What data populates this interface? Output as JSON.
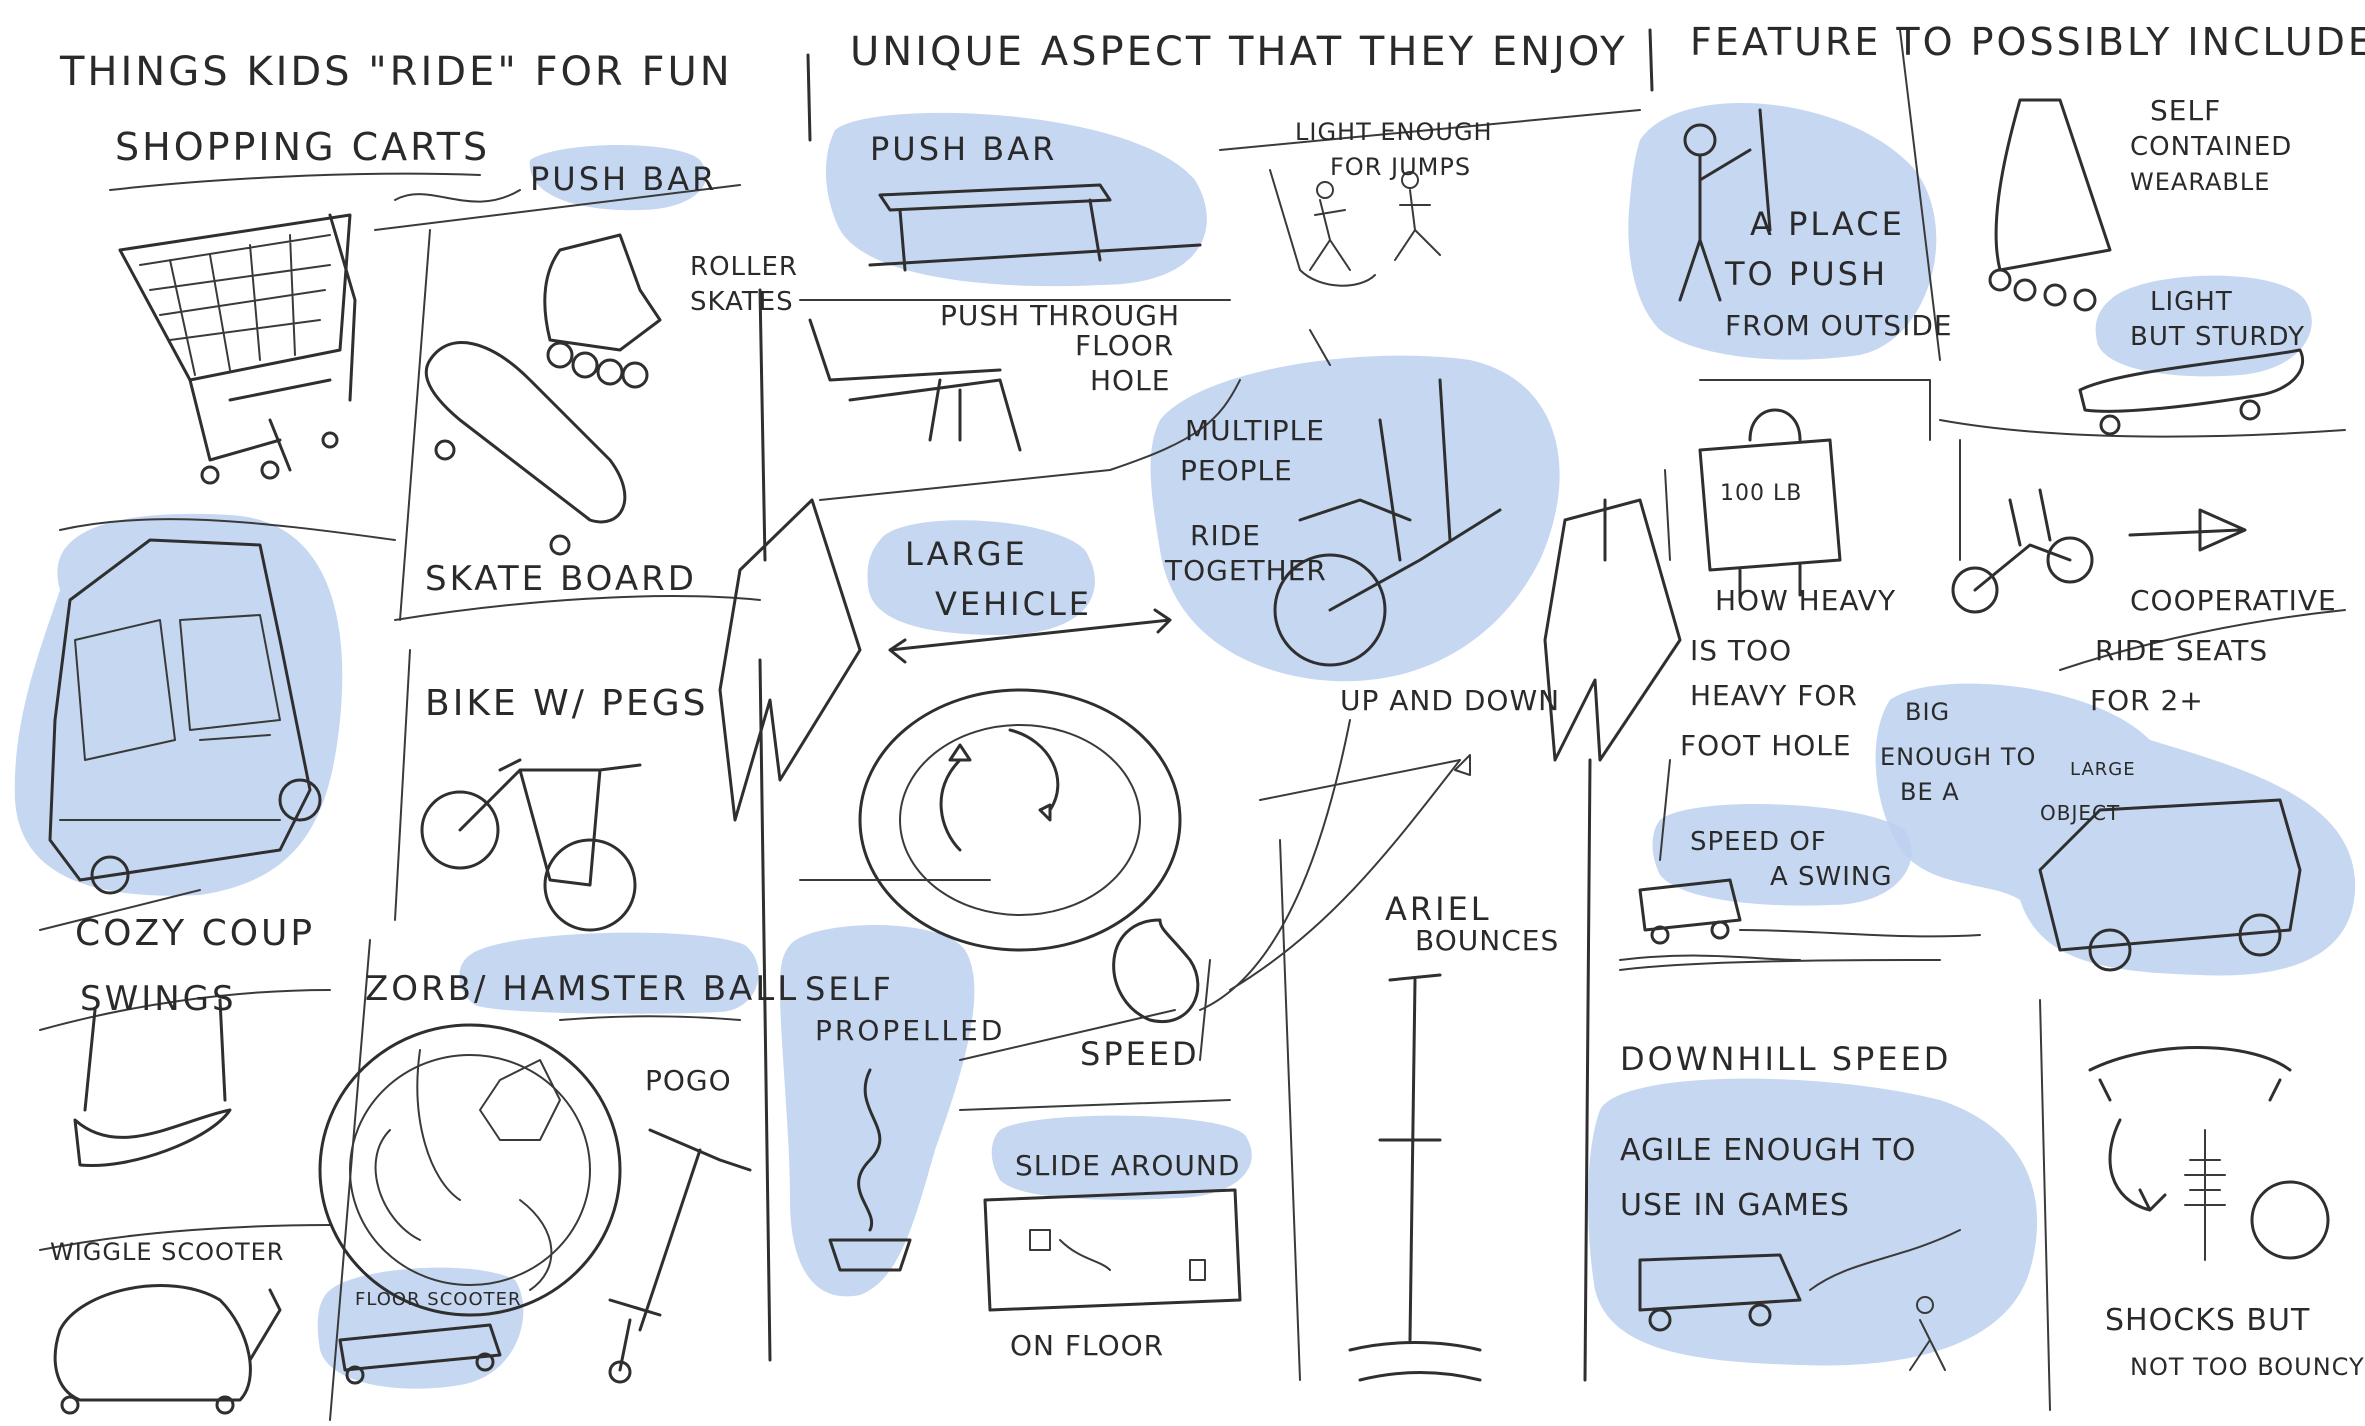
{
  "colors": {
    "ink": "#2f2f2f",
    "highlight": "#bcd0f0",
    "paper": "#ffffff"
  },
  "headers": {
    "col1": "THINGS KIDS \"RIDE\" FOR FUN",
    "col2": "UNIQUE ASPECT THAT THEY ENJOY",
    "col3": "FEATURE TO POSSIBLY INCLUDE"
  },
  "col1": {
    "shopping_carts": "SHOPPING CARTS",
    "push_bar": "PUSH BAR",
    "roller_skates_1": "ROLLER",
    "roller_skates_2": "SKATES",
    "skate_board": "SKATE BOARD",
    "bike_pegs": "BIKE W/ PEGS",
    "cozy_coup": "COZY COUP",
    "swings": "SWINGS",
    "zorb": "ZORB/ HAMSTER BALL",
    "pogo": "POGO",
    "wiggle_scooter": "WIGGLE SCOOTER",
    "floor_scooter": "FLOOR SCOOTER"
  },
  "col2": {
    "push_bar": "PUSH BAR",
    "push_through_1": "PUSH THROUGH",
    "push_through_2": "FLOOR",
    "push_through_3": "HOLE",
    "light_jumps_1": "LIGHT ENOUGH",
    "light_jumps_2": "FOR JUMPS",
    "multiple_1": "MULTIPLE",
    "multiple_2": "PEOPLE",
    "multiple_3": "RIDE",
    "multiple_4": "TOGETHER",
    "large_1": "LARGE",
    "large_2": "VEHICLE",
    "up_down": "UP AND DOWN",
    "self_prop_1": "SELF",
    "self_prop_2": "PROPELLED",
    "speed": "SPEED",
    "ariel_1": "ARIEL",
    "ariel_2": "BOUNCES",
    "slide_around": "SLIDE AROUND",
    "on_floor": "ON FLOOR"
  },
  "col3": {
    "place_push_1": "A PLACE",
    "place_push_2": "TO PUSH",
    "place_push_3": "FROM OUTSIDE",
    "self_contained_1": "SELF",
    "self_contained_2": "CONTAINED",
    "self_contained_3": "WEARABLE",
    "light_sturdy_1": "LIGHT",
    "light_sturdy_2": "BUT STURDY",
    "weight_tag": "100 LB",
    "heavy_1": "HOW HEAVY",
    "heavy_2": "IS TOO",
    "heavy_3": "HEAVY FOR",
    "heavy_4": "FOOT HOLE",
    "coop_1": "COOPERATIVE",
    "coop_2": "RIDE SEATS",
    "coop_3": "FOR 2+",
    "big_1": "BIG",
    "big_2": "ENOUGH TO",
    "big_3": "BE A",
    "big_4": "LARGE",
    "big_5": "OBJECT",
    "speed_swing_1": "SPEED OF",
    "speed_swing_2": "A SWING",
    "downhill": "DOWNHILL SPEED",
    "agile_1": "AGILE ENOUGH TO",
    "agile_2": "USE IN GAMES",
    "shocks_1": "SHOCKS BUT",
    "shocks_2": "NOT TOO BOUNCY"
  }
}
